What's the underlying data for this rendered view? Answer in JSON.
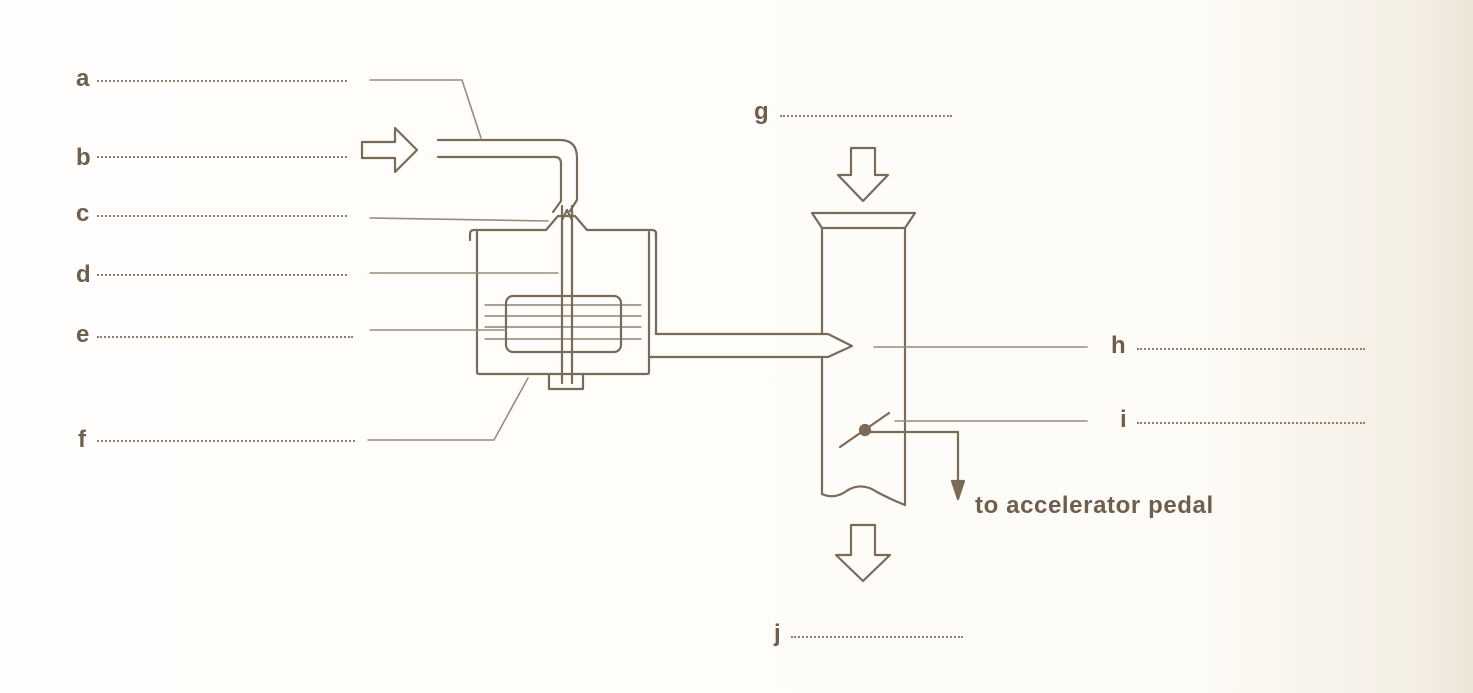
{
  "diagram": {
    "labels": {
      "a": "a",
      "b": "b",
      "c": "c",
      "d": "d",
      "e": "e",
      "f": "f",
      "g": "g",
      "h": "h",
      "i": "i",
      "j": "j"
    },
    "pedal_caption": "to accelerator pedal"
  },
  "colors": {
    "ink": "#7a6a58",
    "text": "#6f5e4c"
  }
}
